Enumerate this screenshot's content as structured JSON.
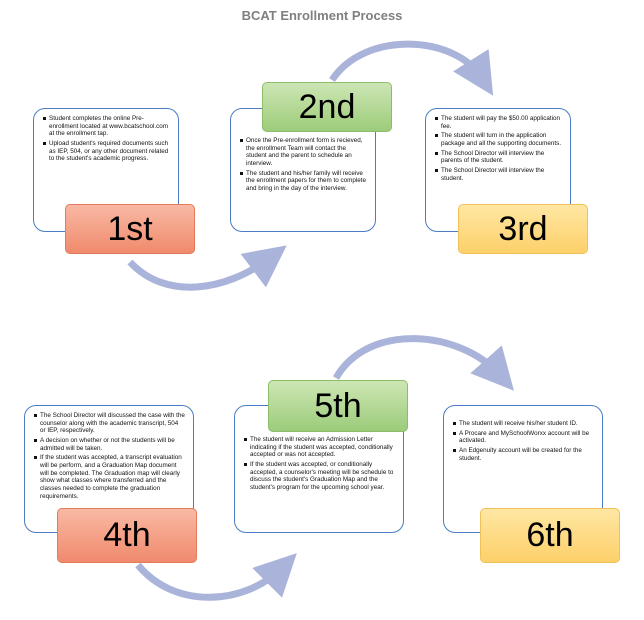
{
  "title": "BCAT Enrollment Process",
  "colors": {
    "arrow": "#aab4da",
    "card_border": "#4a7cc4",
    "step_red": "#f08a6c",
    "step_green": "#9ccc7a",
    "step_yellow": "#fdd06a"
  },
  "steps": [
    {
      "label": "1st",
      "items": [
        "Student completes the online Pre-enrollment located at www.bcatschool.com at the enrollment tap.",
        "Upload student's required documents such as IEP, 504, or any other document related to the student's academic progress."
      ]
    },
    {
      "label": "2nd",
      "items": [
        "Once the Pre-enrollment form is recieved, the enrollment Team will contact the student and the parent to schedule an interview.",
        "The student and his/her family will receive the enrollment papers for them to complete and bring in the day of the interview."
      ]
    },
    {
      "label": "3rd",
      "items": [
        "The student will pay the $50.00 application fee.",
        "The student will turn in the application package and all the supporting documents.",
        " The School Director will interview the parents of the student.",
        "The School Director will interview the student."
      ]
    },
    {
      "label": "4th",
      "items": [
        "The School Director will discussed the case with the counselor along with the academic transcript, 504 or IEP, respectively.",
        "A decision on whether or not the students will be admitted will be taken.",
        "If the student was accepted, a transcript evaluation will be perform, and a Graduation Map document will be completed. The Graduation map will clearly show what classes where transferred and the classes needed to complete the graduation requirements."
      ]
    },
    {
      "label": "5th",
      "items": [
        "The student will receive an Admission Letter indicating if the student was accepted, conditionally accepted or was not accepted.",
        "If the student was accepted, or conditionally accepted, a counselor's meeting will be schedule to discuss the student's Graduation Map and the student's program for the upcoming school year."
      ]
    },
    {
      "label": "6th",
      "items": [
        "The student will receive his/her student ID.",
        "A Procare and MySchoolWorxx account will be activated.",
        "An Edgenuity account will be created for the student."
      ]
    }
  ]
}
